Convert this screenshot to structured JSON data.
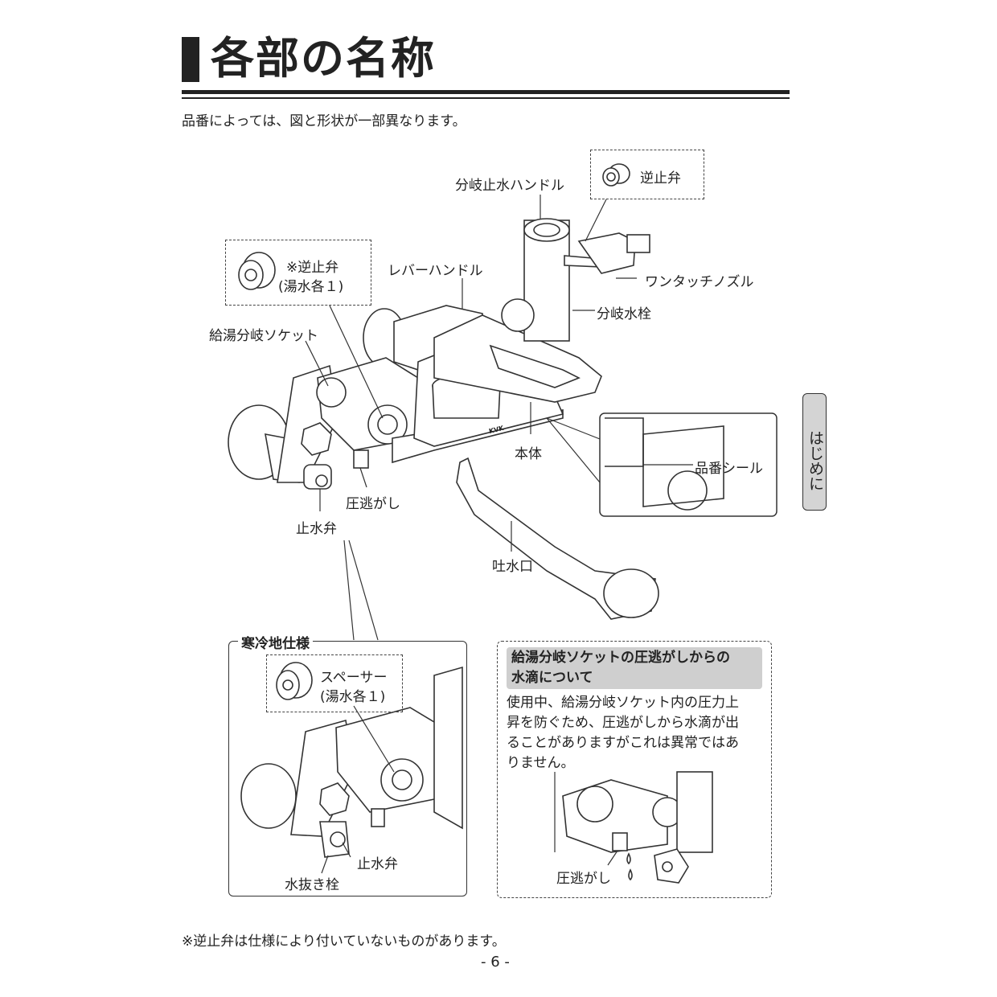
{
  "page": {
    "title": "各部の名称",
    "subtitle": "品番によっては、図と形状が一部異なります。",
    "side_tab": "はじめに",
    "footnote": "※逆止弁は仕様により付いていないものがあります。",
    "page_number": "- 6 -"
  },
  "labels": {
    "branch_stop_handle": "分岐止水ハンドル",
    "check_valve": "逆止弁",
    "check_valve_note_line1": "※逆止弁",
    "check_valve_note_line2": "(湯水各１)",
    "lever_handle": "レバーハンドル",
    "one_touch_nozzle": "ワンタッチノズル",
    "branch_faucet": "分岐水栓",
    "hot_branch_socket": "給湯分岐ソケット",
    "body": "本体",
    "product_seal": "品番シール",
    "pressure_relief": "圧逃がし",
    "stop_valve": "止水弁",
    "spout": "吐水口",
    "brand": "KVK"
  },
  "cold_region": {
    "title": "寒冷地仕様",
    "spacer_line1": "スペーサー",
    "spacer_line2": "(湯水各１)",
    "stop_valve": "止水弁",
    "drain_plug": "水抜き栓"
  },
  "info": {
    "heading_line1": "給湯分岐ソケットの圧逃がしからの",
    "heading_line2": "水滴について",
    "body_line1": "使用中、給湯分岐ソケット内の圧力上",
    "body_line2": "昇を防ぐため、圧逃がしから水滴が出",
    "body_line3": "ることがありますがこれは異常ではあ",
    "body_line4": "りません。",
    "pressure_relief": "圧逃がし"
  }
}
